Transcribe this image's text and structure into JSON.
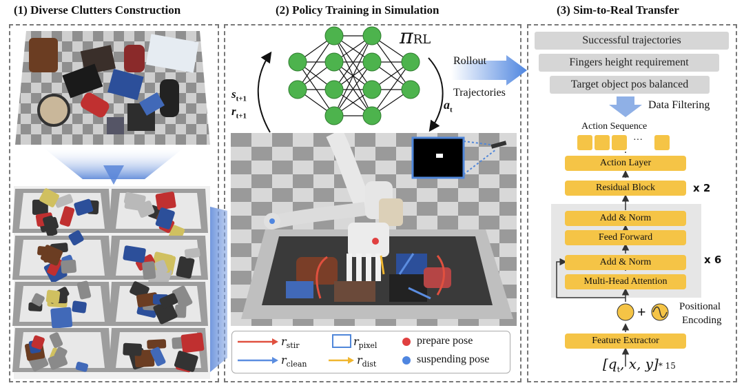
{
  "panels": {
    "p1": {
      "title": "(1) Diverse Clutters Construction"
    },
    "p2": {
      "title": "(2) Policy Training in Simulation"
    },
    "p3": {
      "title": "(3) Sim-to-Real Transfer"
    }
  },
  "p2": {
    "policy_symbol": "π",
    "policy_sub": "RL",
    "state_s": "s",
    "state_r": "r",
    "state_sub": "t+1",
    "action": "a",
    "action_sub": "t",
    "rollout": "Rollout",
    "trajectories": "Trajectories",
    "legend": {
      "stir_sym": "r",
      "stir_sub": "stir",
      "clean_sym": "r",
      "clean_sub": "clean",
      "pixel_sym": "r",
      "pixel_sub": "pixel",
      "dist_sym": "r",
      "dist_sub": "dist",
      "prepare": "prepare pose",
      "suspending": "suspending pose"
    },
    "colors": {
      "stir": "#e0503f",
      "clean": "#5b8de0",
      "pixel": "#4f86d9",
      "dist": "#f0b62f",
      "prepare": "#e04040",
      "suspending": "#4f86e0",
      "node": "#4db34d"
    }
  },
  "p3": {
    "filters": [
      "Successful trajectories",
      "Fingers height requirement",
      "Target object pos balanced"
    ],
    "data_filtering": "Data Filtering",
    "action_sequence": "Action Sequence",
    "ellipsis": "···",
    "action_layer": "Action Layer",
    "residual_block": "Residual Block",
    "x2": "x 2",
    "add_norm_top": "Add & Norm",
    "feed_forward": "Feed Forward",
    "add_norm_bottom": "Add & Norm",
    "mha": "Multi-Head Attention",
    "x6": "x 6",
    "plus": "+",
    "positional": "Positional",
    "encoding": "Encoding",
    "feature_extractor": "Feature Extractor",
    "input": "[q",
    "input_sub": "t",
    "input_rest": ", x, y]",
    "input_mult": "* 15"
  }
}
